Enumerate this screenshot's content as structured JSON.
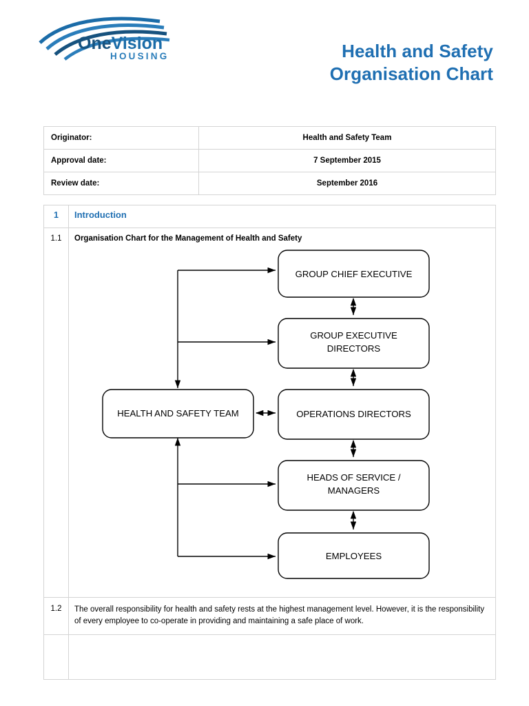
{
  "header": {
    "logo_name": "OneVision Housing",
    "logo_word_one": "One",
    "logo_word_vision": "Vision",
    "logo_word_housing": "HOUSING",
    "logo_color": "#1B6CA8",
    "logo_color_dark": "#17527E",
    "title_line1": "Health and Safety",
    "title_line2": "Organisation Chart",
    "title_color": "#1F6FB2"
  },
  "meta_table": {
    "rows": [
      {
        "label": "Originator:",
        "value": "Health and Safety Team"
      },
      {
        "label": "Approval date:",
        "value": "7 September 2015"
      },
      {
        "label": "Review date:",
        "value": "September 2016"
      }
    ]
  },
  "content": {
    "section_number": "1",
    "section_title": "Introduction",
    "items": [
      {
        "number": "1.1",
        "heading": "Organisation Chart for the Management of Health and Safety"
      },
      {
        "number": "1.2",
        "text": "The overall responsibility for health and safety rests at the highest management level. However, it is the responsibility of every employee to co-operate in providing and maintaining a safe place of work."
      }
    ]
  },
  "org_chart": {
    "nodes": {
      "group_chief_executive": "GROUP CHIEF EXECUTIVE",
      "group_executive_directors_line1": "GROUP EXECUTIVE",
      "group_executive_directors_line2": "DIRECTORS",
      "health_and_safety_team": "HEALTH AND SAFETY TEAM",
      "operations_directors": "OPERATIONS DIRECTORS",
      "heads_of_service_line1": "HEADS OF SERVICE /",
      "heads_of_service_line2": "MANAGERS",
      "employees": "EMPLOYEES"
    },
    "stroke_color": "#000000",
    "box_fill": "#FFFFFF"
  }
}
